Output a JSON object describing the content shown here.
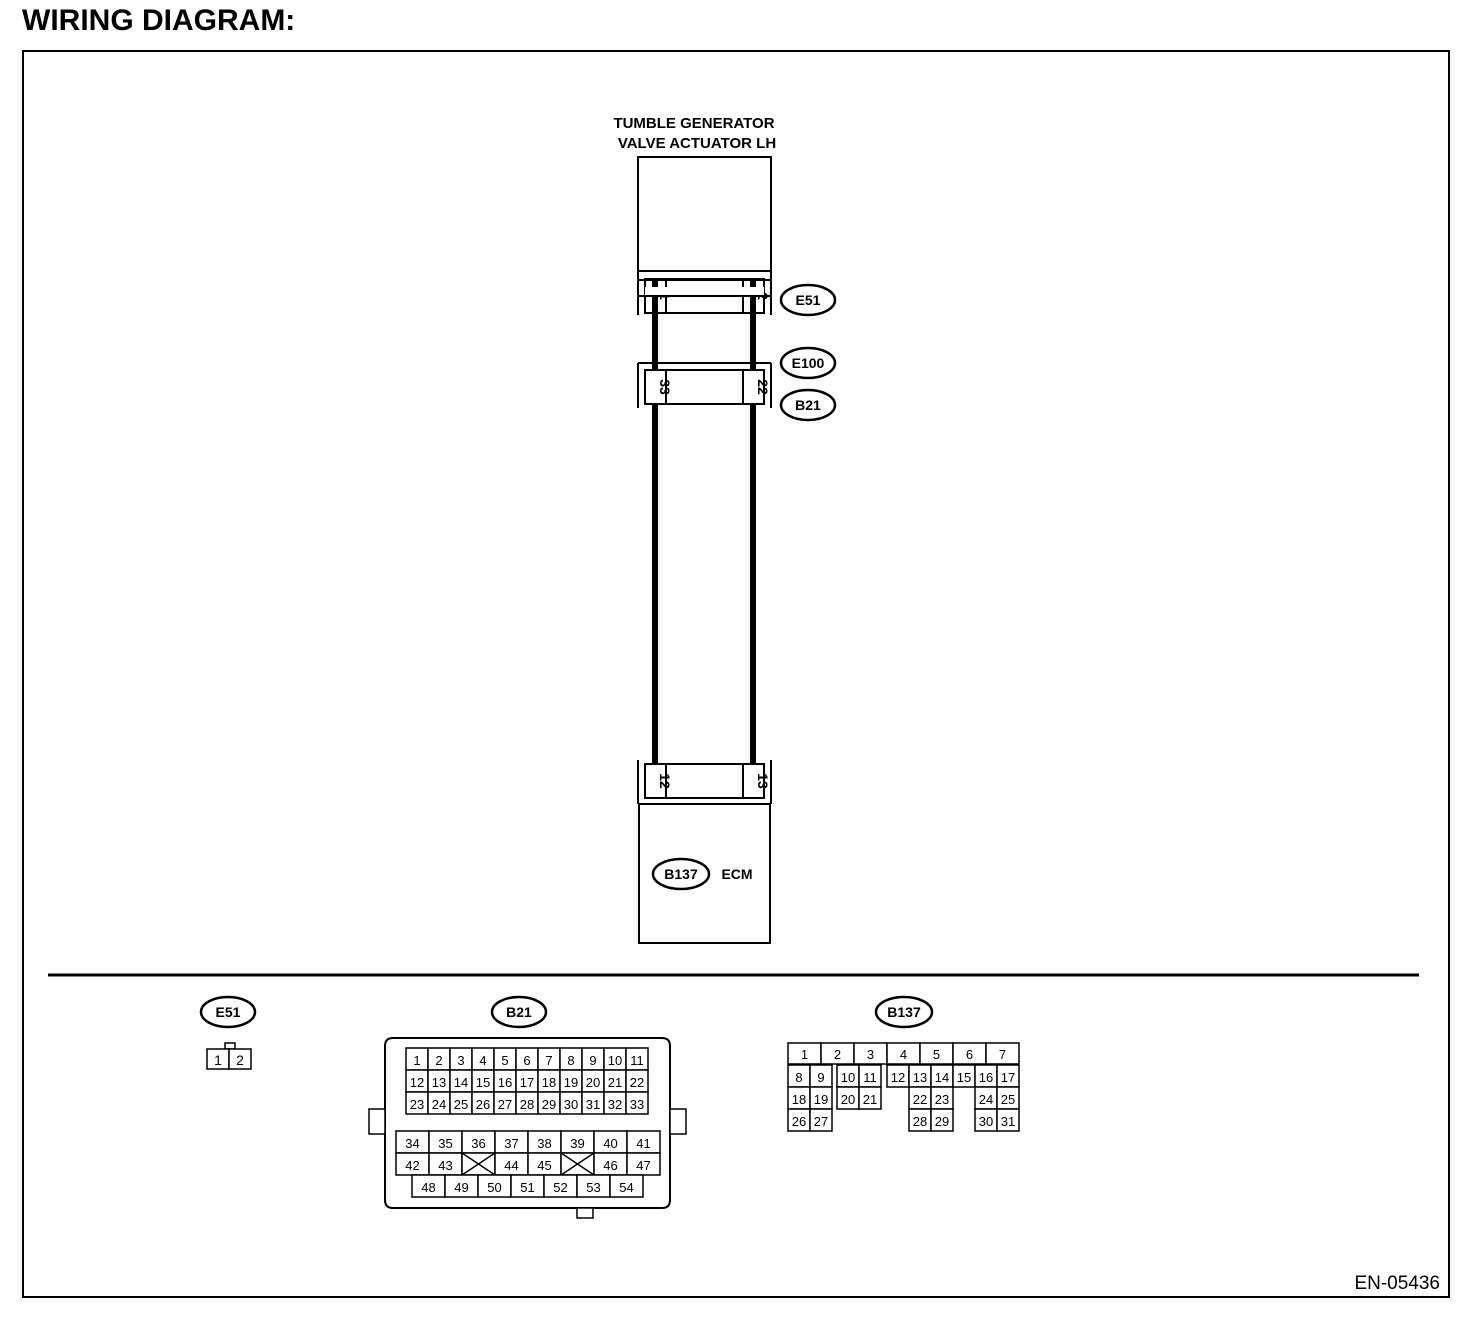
{
  "title": "WIRING DIAGRAM:",
  "figure_code": "EN-05436",
  "actuator": {
    "name_line1": "TUMBLE GENERATOR",
    "name_line2": "VALVE ACTUATOR LH"
  },
  "ecm": {
    "label": "ECM",
    "connector": "B137"
  },
  "connectors": {
    "e51": {
      "tag": "E51",
      "pin_left": "1",
      "pin_right": "2"
    },
    "e100_b21": {
      "tag_top": "E100",
      "tag_bottom": "B21",
      "pin_left": "33",
      "pin_right": "22"
    },
    "b137": {
      "pin_left": "12",
      "pin_right": "13"
    }
  },
  "detail_e51": {
    "tag": "E51",
    "pins": [
      "1",
      "2"
    ]
  },
  "detail_b21": {
    "tag": "B21",
    "upper_rows": [
      [
        "1",
        "2",
        "3",
        "4",
        "5",
        "6",
        "7",
        "8",
        "9",
        "10",
        "11"
      ],
      [
        "12",
        "13",
        "14",
        "15",
        "16",
        "17",
        "18",
        "19",
        "20",
        "21",
        "22"
      ],
      [
        "23",
        "24",
        "25",
        "26",
        "27",
        "28",
        "29",
        "30",
        "31",
        "32",
        "33"
      ]
    ],
    "lower_rows": [
      [
        "34",
        "35",
        "36",
        "37",
        "38",
        "39",
        "40",
        "41"
      ],
      [
        "42",
        "43",
        "",
        "44",
        "45",
        "",
        "46",
        "47"
      ],
      [
        "48",
        "49",
        "50",
        "51",
        "52",
        "53",
        "54"
      ]
    ]
  },
  "detail_b137": {
    "tag": "B137",
    "top_row": [
      "1",
      "2",
      "3",
      "4",
      "5",
      "6",
      "7"
    ],
    "rows": [
      [
        "8",
        "9",
        "10",
        "11",
        "12",
        "13",
        "14",
        "15",
        "16",
        "17"
      ],
      [
        "18",
        "19",
        "20",
        "21",
        "",
        "22",
        "23",
        "",
        "24",
        "25"
      ],
      [
        "26",
        "27",
        "",
        "",
        "",
        "28",
        "29",
        "",
        "30",
        "31"
      ]
    ]
  }
}
